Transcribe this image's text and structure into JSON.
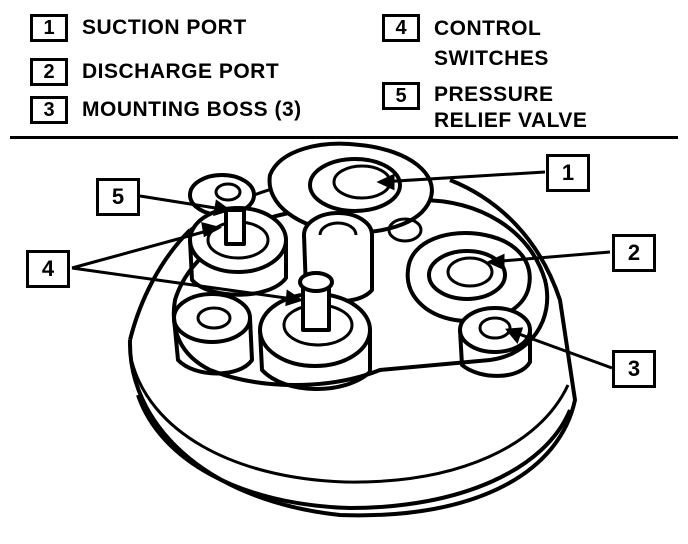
{
  "legend": [
    {
      "num": "1",
      "label": "SUCTION PORT"
    },
    {
      "num": "2",
      "label": "DISCHARGE PORT"
    },
    {
      "num": "3",
      "label": "MOUNTING BOSS (3)"
    },
    {
      "num": "4",
      "label": "CONTROL\nSWITCHES"
    },
    {
      "num": "5",
      "label": "PRESSURE\nRELIEF VALVE"
    }
  ],
  "callouts": {
    "c1": "1",
    "c2": "2",
    "c3": "3",
    "c4": "4",
    "c5": "5"
  }
}
